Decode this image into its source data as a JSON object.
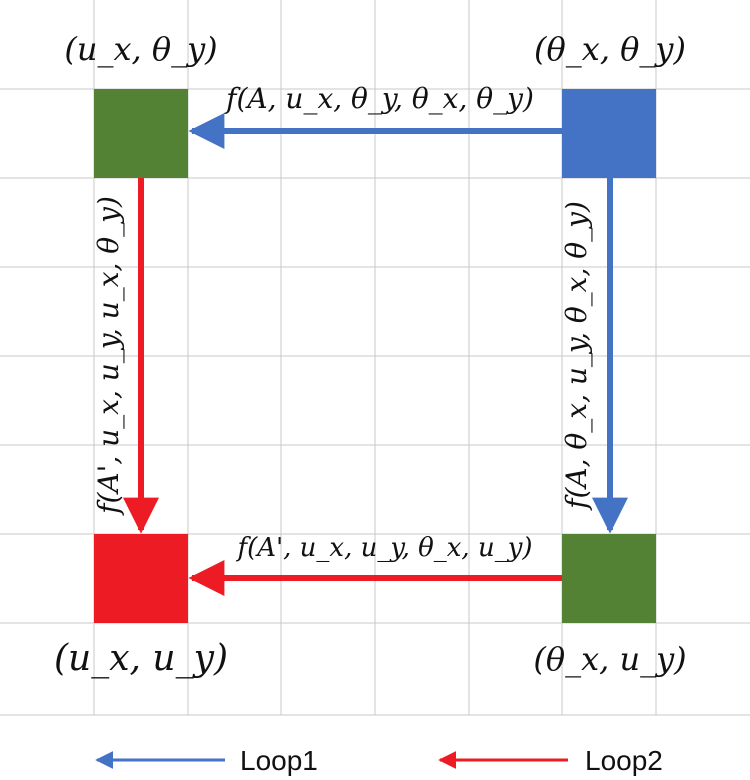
{
  "colors": {
    "grid": "#c8c8c8",
    "green_node": "#548235",
    "blue_node": "#4472c4",
    "red_node": "#ed1c24",
    "loop1_arrow": "#4472c4",
    "loop2_arrow": "#ed1c24"
  },
  "nodes": {
    "top_left": {
      "label": "(u_x, θ_y)"
    },
    "top_right": {
      "label": "(θ_x, θ_y)"
    },
    "bottom_left": {
      "label": "(u_x, u_y)"
    },
    "bottom_right": {
      "label": "(θ_x, u_y)"
    }
  },
  "edges": {
    "top": {
      "label": "f(A, u_x, θ_y, θ_x, θ_y)"
    },
    "right": {
      "label": "f(A, θ_x, u_y, θ_x, θ_y)"
    },
    "left": {
      "label": "f(A', u_x, u_y, u_x, θ_y)"
    },
    "bottom": {
      "label": "f(A', u_x, u_y, θ_x, u_y)"
    }
  },
  "legend": {
    "loop1_label": "Loop1",
    "loop2_label": "Loop2"
  }
}
